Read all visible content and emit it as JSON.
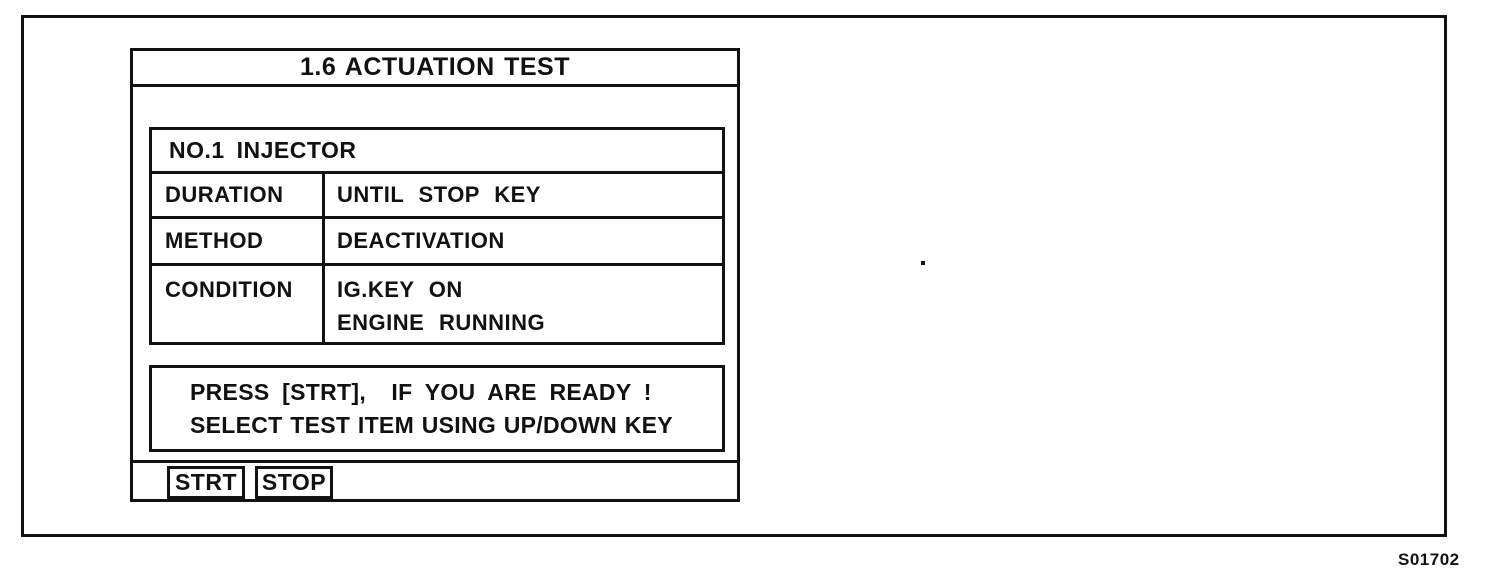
{
  "figure": {
    "code": "S01702"
  },
  "screen": {
    "title": "1.6 ACTUATION TEST",
    "test_item": "NO.1 INJECTOR",
    "table": {
      "rows": [
        {
          "label": "DURATION",
          "values": [
            "UNTIL STOP KEY"
          ]
        },
        {
          "label": "METHOD",
          "values": [
            "DEACTIVATION"
          ]
        },
        {
          "label": "CONDITION",
          "values": [
            "IG.KEY ON",
            "ENGINE RUNNING"
          ]
        }
      ]
    },
    "message": {
      "line1": "PRESS [STRT],  IF YOU ARE READY !",
      "line2": "SELECT TEST ITEM USING UP/DOWN KEY"
    },
    "buttons": [
      {
        "label": "STRT"
      },
      {
        "label": "STOP"
      }
    ],
    "colors": {
      "ink": "#111111",
      "paper": "#ffffff"
    }
  }
}
